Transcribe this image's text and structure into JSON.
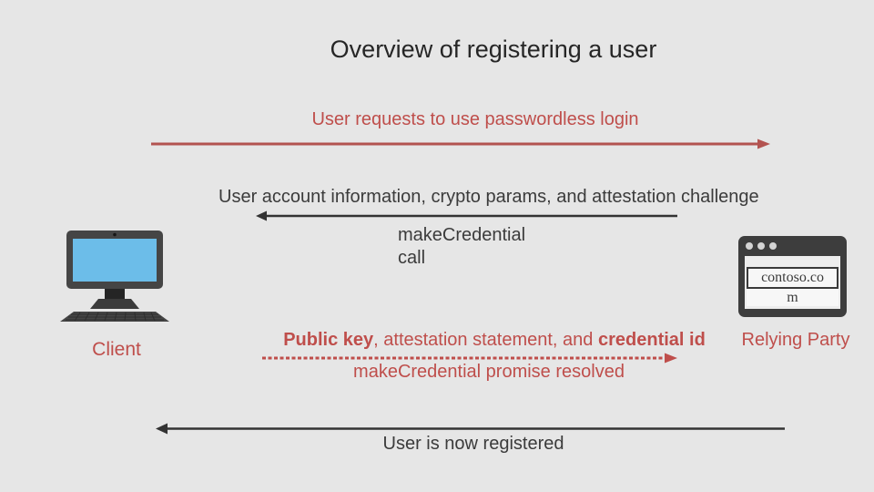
{
  "slide": {
    "title": "Overview of registering a user",
    "flow": {
      "step1_label": "User requests to use passwordless login",
      "step2_label": "User account information, crypto params, and attestation challenge",
      "step2_annotation": "makeCredential call",
      "step3_parts": [
        {
          "text": "Public key",
          "bold": true
        },
        {
          "text": ", attestation statement, and ",
          "bold": false
        },
        {
          "text": "credential id",
          "bold": true
        }
      ],
      "step3_annotation": "makeCredential promise resolved",
      "step4_label": "User is now registered"
    },
    "actors": {
      "client": "Client",
      "relying_party": "Relying Party",
      "browser_address_line1": "contoso.co",
      "browser_address_line2": "m"
    },
    "colors": {
      "background": "#e6e6e6",
      "title_text": "#262626",
      "dark_text": "#3b3b3b",
      "red_text": "#bf4e4b",
      "red_arrow": "#b35350",
      "dark_arrow": "#333333",
      "screen_blue": "#6cbde9",
      "device_gray": "#454545"
    }
  }
}
